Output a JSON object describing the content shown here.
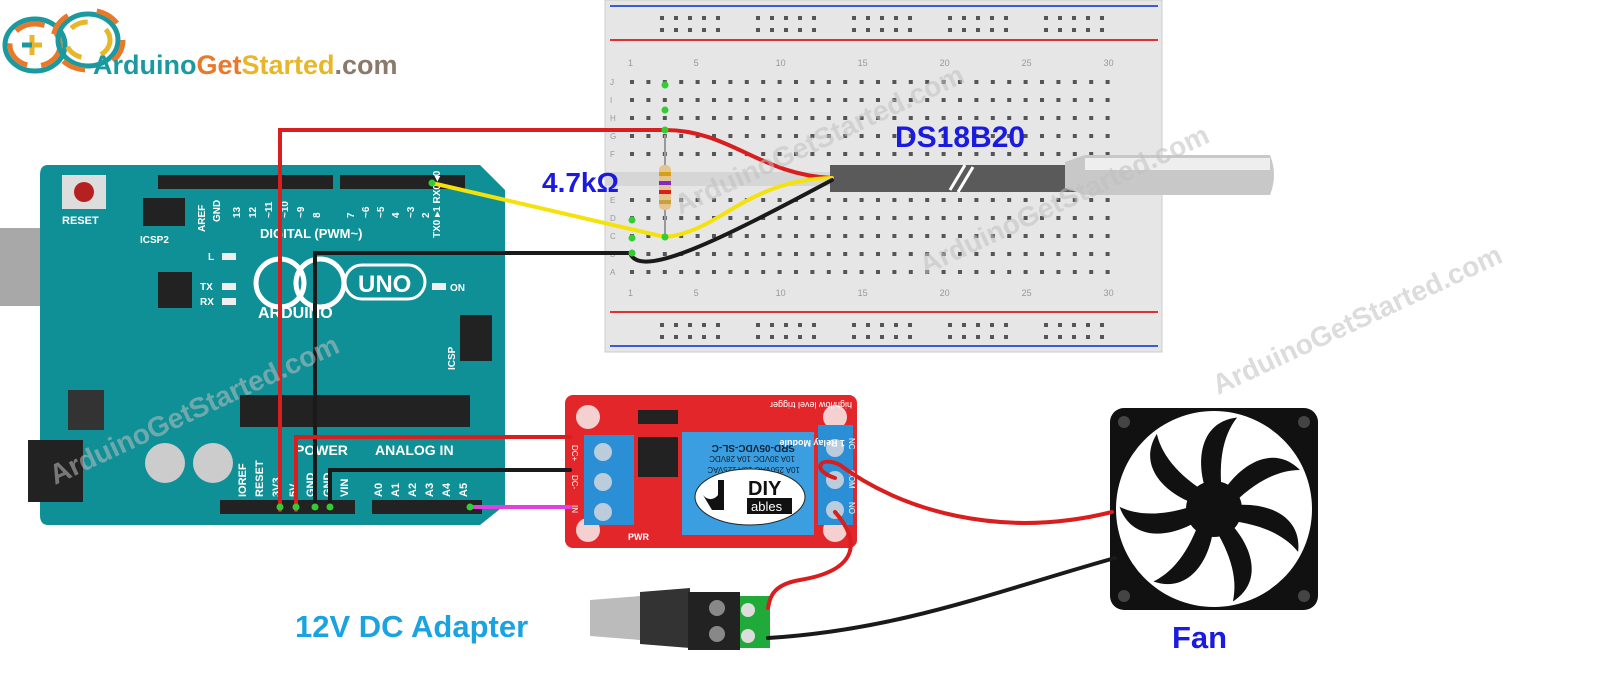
{
  "logo": {
    "part1": "Arduino",
    "part2": "Get",
    "part3": "Started",
    "part4": ".com"
  },
  "watermark": "ArduinoGetStarted.com",
  "labels": {
    "resistor": "4.7kΩ",
    "sensor": "DS18B20",
    "adapter": "12V DC Adapter",
    "fan": "Fan"
  },
  "arduino": {
    "reset": "RESET",
    "icsp2": "ICSP2",
    "aref": "AREF",
    "gnd": "GND",
    "digital": "DIGITAL (PWM~)",
    "tx_rx": "TX0 ▸1  RX0 ◂0",
    "uno": "UNO",
    "brand": "ARDUINO",
    "on": "ON",
    "l": "L",
    "tx": "TX",
    "rx": "RX",
    "icsp": "ICSP",
    "power": "POWER",
    "analog": "ANALOG IN",
    "power_pins": [
      "IOREF",
      "RESET",
      "3V3",
      "5V",
      "GND",
      "GND",
      "VIN"
    ],
    "analog_pins": [
      "A0",
      "A1",
      "A2",
      "A3",
      "A4",
      "A5"
    ],
    "digital_pins": [
      "13",
      "12",
      "~11",
      "~10",
      "~9",
      "8",
      "7",
      "~6",
      "~5",
      "4",
      "~3",
      "2"
    ]
  },
  "breadboard": {
    "columns": [
      "1",
      "5",
      "10",
      "15",
      "20",
      "25",
      "30"
    ],
    "rows": [
      "J",
      "I",
      "H",
      "G",
      "F",
      "E",
      "D",
      "C",
      "B",
      "A"
    ]
  },
  "relay": {
    "title": "1 Relay Module",
    "subtitle": "high/low level trigger",
    "model": "SRD-05VDC-SL-C",
    "rating1": "10A 30VDC 10A 28VDC",
    "rating2": "10A 250VAC 10A 125VAC",
    "brand_top": "DIY",
    "brand_bottom": "ables",
    "pins_left": [
      "DC+",
      "DC-",
      "IN"
    ],
    "pins_right": [
      "NC",
      "COM",
      "NO"
    ],
    "pwr": "PWR"
  },
  "colors": {
    "arduino": "#0f8f96",
    "relay": "#e3262a",
    "terminal": "#2a8fd4",
    "label_blue": "#1a1ae0",
    "label_light_blue": "#1aa3e0",
    "wire_red": "#d81e1e",
    "wire_black": "#1a1a1a",
    "wire_yellow": "#f4e20c",
    "wire_magenta": "#e040e0"
  }
}
